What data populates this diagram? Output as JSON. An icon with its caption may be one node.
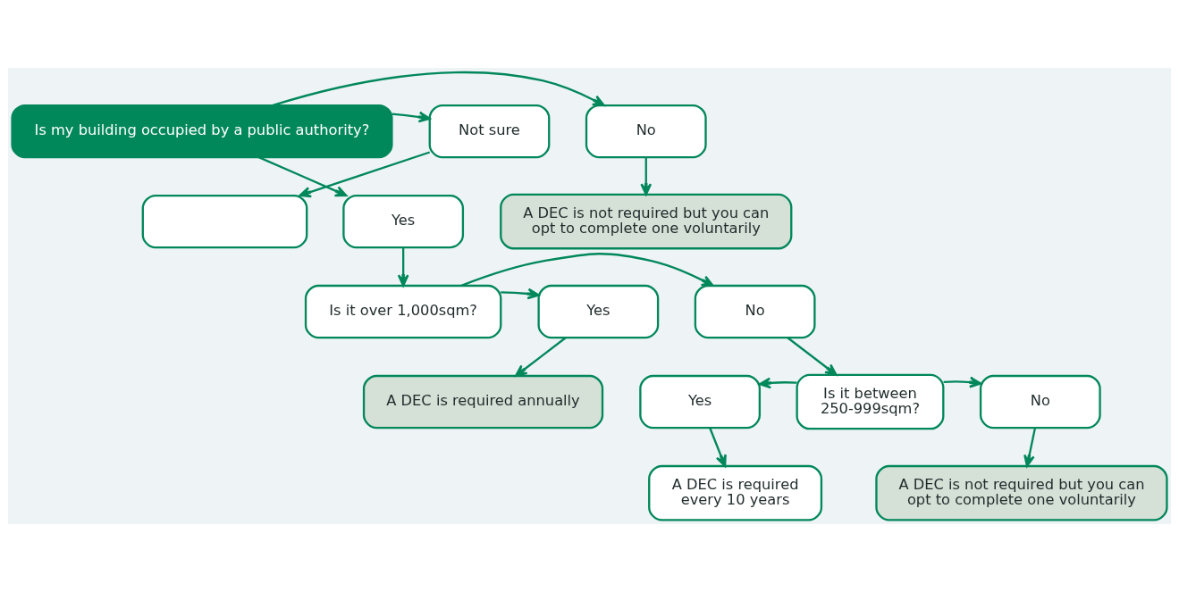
{
  "diagram": {
    "nodes": [
      {
        "text": [
          "Is my building occupied by a public authority?"
        ]
      },
      {
        "text": [
          "Not sure"
        ]
      },
      {
        "text": [
          "No"
        ]
      },
      {
        "text": [],
        "shape": "box"
      },
      {
        "text": [
          "Yes"
        ]
      },
      {
        "text": [
          "A DEC is not required but you can opt to complete one voluntarily"
        ]
      },
      {
        "text": [
          "Is it over 1,000sqm?"
        ]
      },
      {
        "text": [
          "Yes"
        ]
      },
      {
        "text": [
          "No"
        ]
      },
      {
        "text": [
          "A DEC is required annually"
        ]
      },
      {
        "text": [
          "Is it between 250-999sqm?"
        ]
      },
      {
        "text": [
          "Yes"
        ]
      },
      {
        "text": [
          "No"
        ]
      },
      {
        "text": [
          "A DEC is required every 10 years"
        ]
      },
      {
        "text": [
          "A DEC is not required but you can opt to complete one voluntarily"
        ]
      }
    ],
    "edges": [
      {
        "from": 0,
        "to": 1,
        "arrow": "to"
      },
      {
        "from": 0,
        "to": 2,
        "arrow": "to"
      },
      {
        "from": 1,
        "to": 3,
        "arrow": "to"
      },
      {
        "from": 0,
        "to": 4,
        "arrow": "to"
      },
      {
        "from": 2,
        "to": 5,
        "arrow": "to"
      },
      {
        "from": 4,
        "to": 6,
        "arrow": "to"
      },
      {
        "from": 6,
        "to": 7,
        "arrow": "to"
      },
      {
        "from": 6,
        "to": 8,
        "arrow": "to"
      },
      {
        "from": 7,
        "to": 9,
        "arrow": "to"
      },
      {
        "from": 8,
        "to": 10,
        "arrow": "to"
      },
      {
        "from": 10,
        "to": 11,
        "arrow": "to"
      },
      {
        "from": 10,
        "to": 12,
        "arrow": "to"
      },
      {
        "from": 11,
        "to": 13,
        "arrow": "to"
      },
      {
        "from": 12,
        "to": 14,
        "arrow": "to"
      }
    ]
  }
}
